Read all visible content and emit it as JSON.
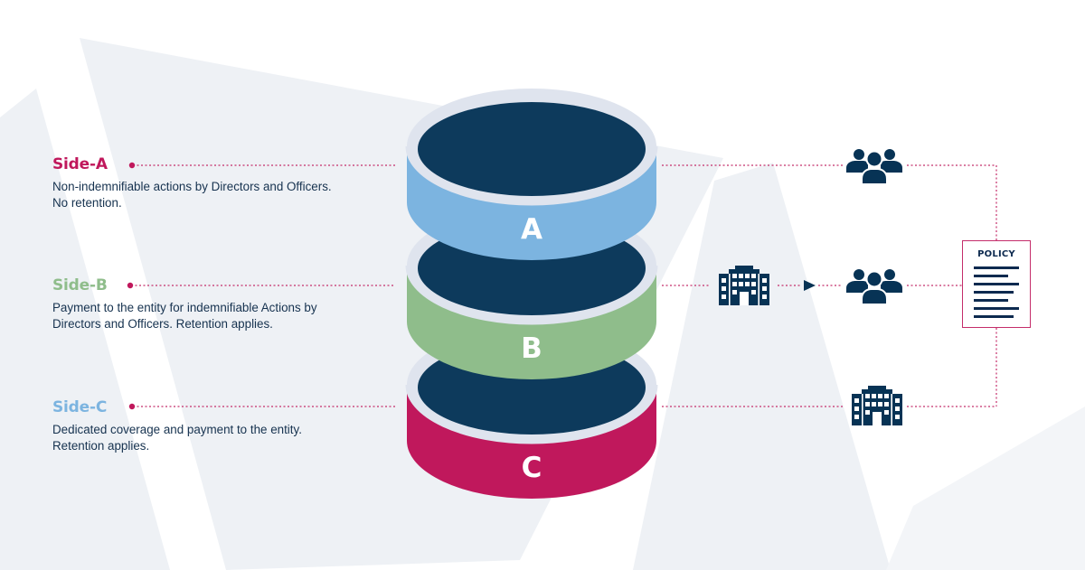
{
  "colors": {
    "side_a": "#c0185c",
    "side_b": "#8fbd8b",
    "side_c": "#7cb4e0",
    "navy": "#073355",
    "ring_inner": "#0d3a5c",
    "rim": "#dfe4ee",
    "connector": "#c42d6a",
    "background_shapes": "#eef1f5"
  },
  "sides": [
    {
      "key": "a",
      "title": "Side-A",
      "description_lines": [
        "Non-indemnifiable actions by Directors and Officers.",
        "No retention."
      ],
      "ring_letter": "A",
      "icons": [
        "people-icon"
      ]
    },
    {
      "key": "b",
      "title": "Side-B",
      "description_lines": [
        "Payment to the entity for indemnifiable Actions by",
        "Directors and Officers. Retention applies."
      ],
      "ring_letter": "B",
      "icons": [
        "building-icon",
        "arrow-right-icon",
        "people-icon"
      ]
    },
    {
      "key": "c",
      "title": "Side-C",
      "description_lines": [
        "Dedicated coverage and payment to the entity.",
        "Retention applies."
      ],
      "ring_letter": "C",
      "icons": [
        "building-icon"
      ]
    }
  ],
  "policy": {
    "label": "POLICY",
    "icon": "document-lines-icon"
  }
}
